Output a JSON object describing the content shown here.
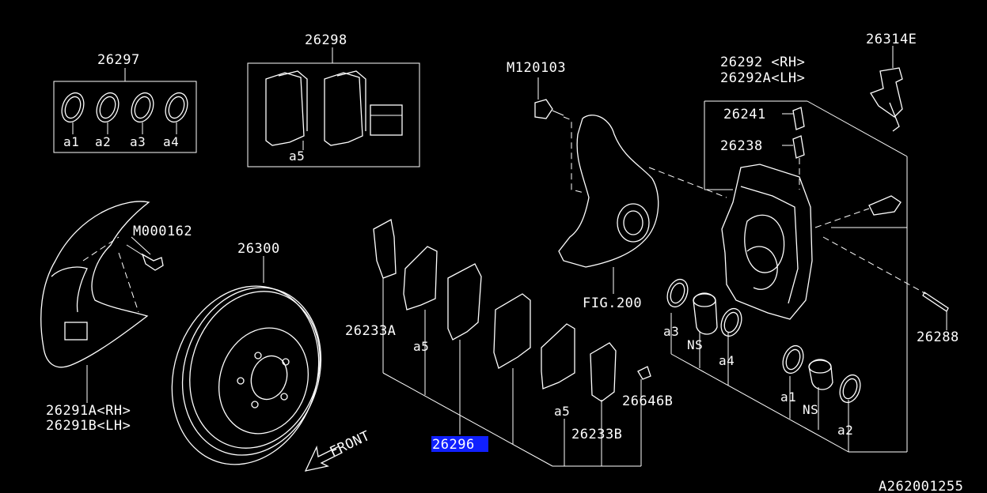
{
  "callouts": {
    "seal_kit": "26297",
    "pad_kit_small": "26298",
    "bolt_m12": "M120103",
    "shim_top": "26314E",
    "caliper_rh": "26292 <RH>",
    "caliper_lh": "26292A<LH>",
    "bleeder": "26241",
    "bleeder_cap": "26238",
    "bolt_m000162": "M000162",
    "rotor": "26300",
    "shim_a": "26233A",
    "fig_ref": "FIG.200",
    "piston_a3": "a3",
    "ns_1": "NS",
    "seal_a4": "a4",
    "pin": "26288",
    "backing_rh": "26291A<RH>",
    "backing_lh": "26291B<LH>",
    "pad_a5_left": "a5",
    "pad_a5_right": "a5",
    "clip": "26646B",
    "shim_b": "26233B",
    "pad_selected": "26296",
    "front": "FRONT",
    "seal_a1": "a1",
    "ns_2": "NS",
    "seal_a2": "a2",
    "diagram_id": "A262001255"
  },
  "kit1_items": [
    "a1",
    "a2",
    "a3",
    "a4"
  ],
  "kit2_item": "a5",
  "colors": {
    "background": "#000000",
    "line": "#ffffff",
    "highlight": "#1020ff"
  }
}
